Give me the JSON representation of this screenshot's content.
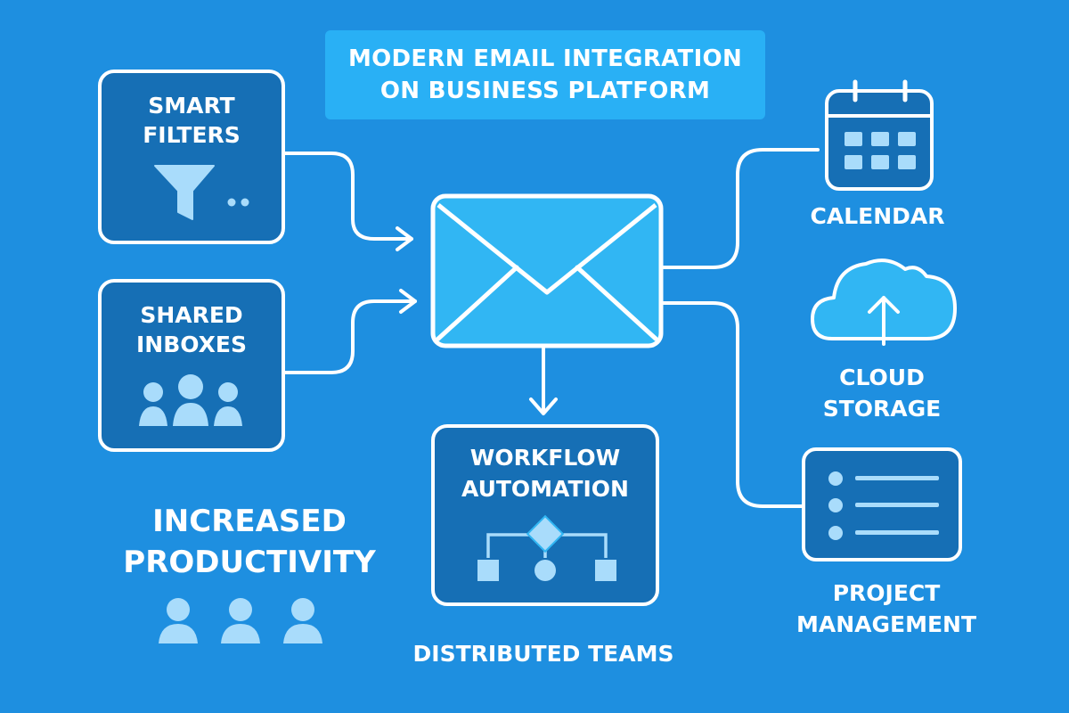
{
  "title": "MODERN EMAIL INTEGRATION\nON BUSINESS PLATFORM",
  "colors": {
    "background": "#1e8fe0",
    "box_fill": "#166fb5",
    "envelope_fill": "#31b6f3",
    "title_fill": "#29b0f5",
    "accent": "#a9dcfb",
    "line": "#ffffff"
  },
  "nodes": {
    "smart_filters": {
      "label": "SMART\nFILTERS",
      "icon": "funnel-icon"
    },
    "shared_inboxes": {
      "label": "SHARED\nINBOXES",
      "icon": "people-group-icon"
    },
    "email": {
      "icon": "envelope-icon"
    },
    "workflow_automation": {
      "label": "WORKFLOW\nAUTOMATION",
      "icon": "flowchart-icon"
    },
    "calendar": {
      "label": "CALENDAR",
      "icon": "calendar-icon"
    },
    "cloud_storage": {
      "label": "CLOUD\nSTORAGE",
      "icon": "cloud-upload-icon"
    },
    "project_management": {
      "label": "PROJECT\nMANAGEMENT",
      "icon": "task-list-icon"
    },
    "increased_productivity": {
      "label": "INCREASED\nPRODUCTIVITY",
      "icon": "team-icon"
    },
    "distributed_teams": {
      "label": "DISTRIBUTED TEAMS"
    }
  }
}
